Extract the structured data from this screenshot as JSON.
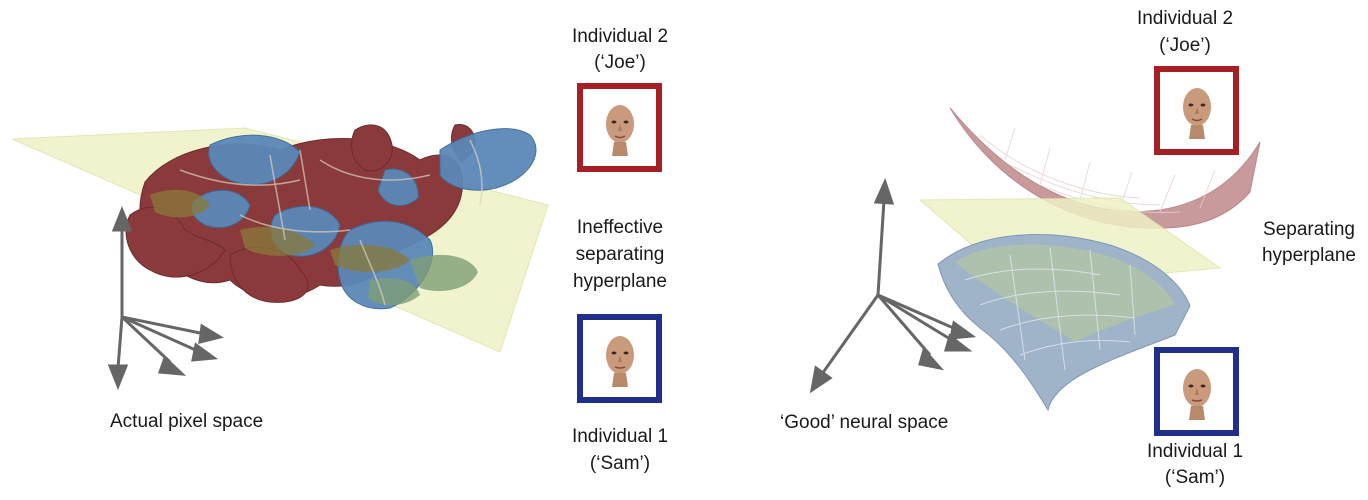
{
  "left_panel": {
    "space_label": "Actual pixel space",
    "top_individual": {
      "name": "Individual 2",
      "alias": "(‘Joe’)"
    },
    "middle_label": [
      "Ineffective",
      "separating",
      "hyperplane"
    ],
    "bottom_individual": {
      "name": "Individual 1",
      "alias": "(‘Sam’)"
    }
  },
  "right_panel": {
    "space_label": "‘Good’ neural space",
    "top_individual": {
      "name": "Individual 2",
      "alias": "(‘Joe’)"
    },
    "hyperplane_label": [
      "Separating",
      "hyperplane"
    ],
    "bottom_individual": {
      "name": "Individual 1",
      "alias": "(‘Sam’)"
    }
  },
  "colors": {
    "joe_frame": "#a51f24",
    "sam_frame": "#1f2f8a",
    "hyperplane": "#eef1c6",
    "manifold_red": "#8a3a3a",
    "manifold_blue": "#5b88b8",
    "axes": "#666666"
  },
  "icons": [
    "face-icon",
    "axis-arrow-icon"
  ]
}
